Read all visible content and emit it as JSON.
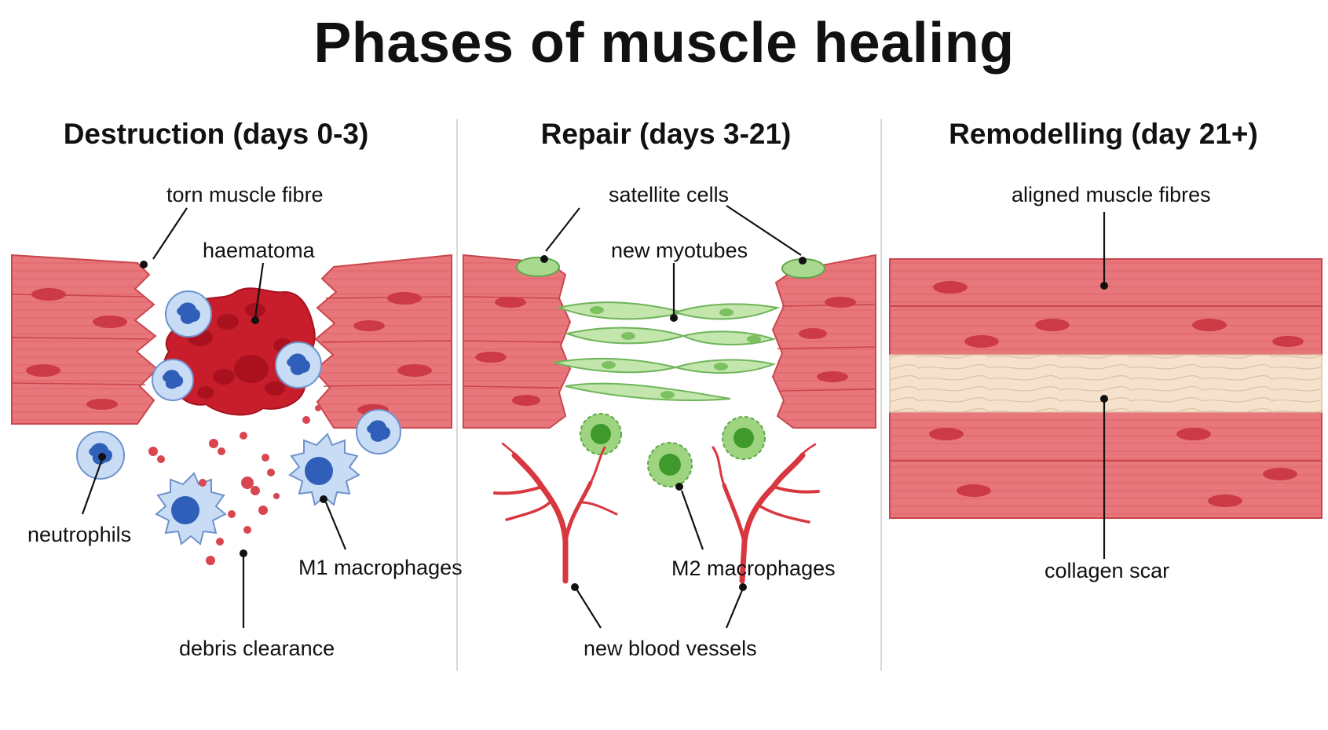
{
  "title": "Phases of muscle healing",
  "panels": [
    {
      "heading": "Destruction (days 0-3)",
      "labels": {
        "torn_fibre": "torn muscle fibre",
        "haematoma": "haematoma",
        "neutrophils": "neutrophils",
        "m1_macrophages": "M1 macrophages",
        "debris_clearance": "debris clearance"
      }
    },
    {
      "heading": "Repair (days 3-21)",
      "labels": {
        "satellite_cells": "satellite cells",
        "new_myotubes": "new myotubes",
        "m2_macrophages": "M2 macrophages",
        "new_blood_vessels": "new blood vessels"
      }
    },
    {
      "heading": "Remodelling (day 21+)",
      "labels": {
        "aligned_fibres": "aligned muscle fibres",
        "collagen_scar": "collagen scar"
      }
    }
  ],
  "colors": {
    "muscle": "#e8777c",
    "muscle_light": "#f4a8aa",
    "muscle_dark": "#c9454c",
    "nucleus": "#cc3a45",
    "blood": "#c81e2c",
    "neutrophil_fill": "#c8dcf5",
    "neutrophil_nucleus": "#2f5fb8",
    "myotube": "#a9d98f",
    "m2_fill": "#9ed47f",
    "m2_nucleus": "#3f9a2b",
    "vessel": "#d8373f",
    "collagen": "#f6e2cc",
    "divider": "#d9d9d9"
  }
}
